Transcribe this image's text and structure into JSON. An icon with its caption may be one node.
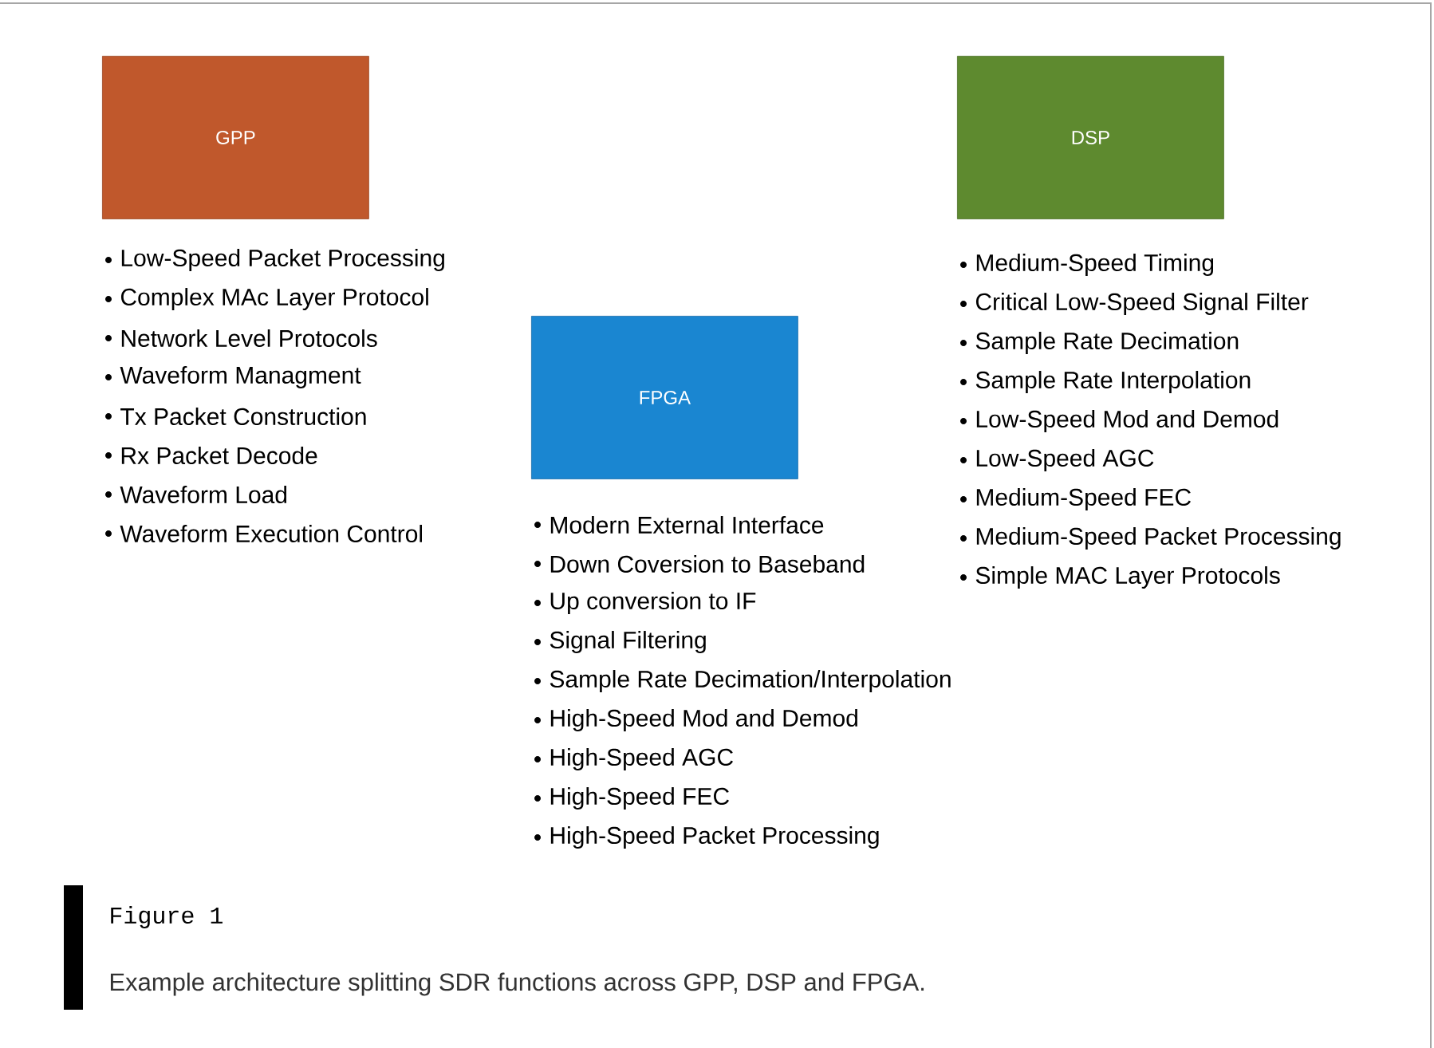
{
  "diagram": {
    "title": "Figure 1",
    "caption": "Example architecture splitting SDR functions across GPP, DSP and FPGA.",
    "nodes": [
      {
        "text": [
          "GPP"
        ],
        "beside": [
          "Low-Speed Packet Processing",
          "Complex MAc Layer Protocol",
          "Network Level Protocols",
          "Waveform Managment",
          "Tx Packet Construction",
          "Rx Packet Decode",
          "Waveform Load",
          "Waveform Execution Control"
        ]
      },
      {
        "text": [
          "DSP"
        ],
        "beside": [
          "Medium-Speed Timing",
          "Critical Low-Speed Signal Filter",
          "Sample Rate Decimation",
          "Sample Rate Interpolation",
          "Low-Speed Mod and Demod",
          "Low-Speed AGC",
          "Medium-Speed FEC",
          "Medium-Speed Packet Processing",
          "Simple MAC Layer Protocols"
        ]
      },
      {
        "text": [
          "FPGA"
        ],
        "beside": [
          "Modern External Interface",
          "Down Coversion to Baseband",
          "Up conversion to IF",
          "Signal Filtering",
          "Sample Rate Decimation/Interpolation",
          "High-Speed Mod and Demod",
          "High-Speed AGC",
          "High-Speed FEC",
          "High-Speed Packet Processing"
        ]
      }
    ],
    "edges": []
  }
}
